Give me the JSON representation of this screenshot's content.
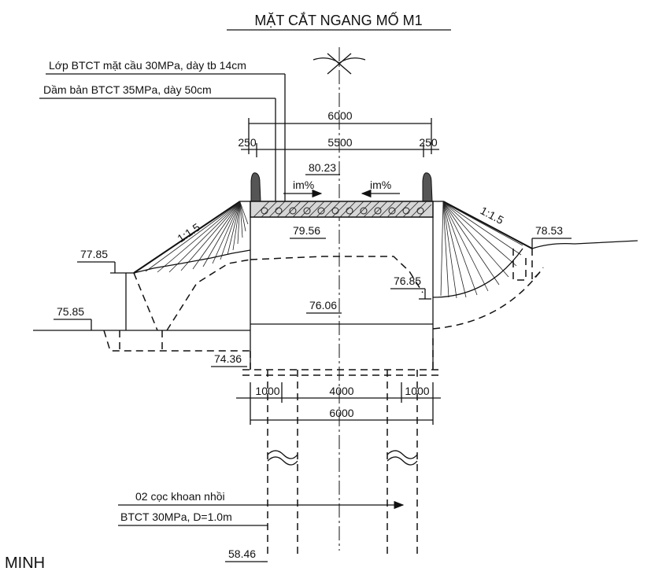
{
  "title": "MẶT CẮT NGANG MỐ M1",
  "notes": {
    "deck_layer": "Lớp BTCT mặt cầu 30MPa, dày tb 14cm",
    "slab_beam": "Dầm bản BTCT  35MPa, dày 50cm",
    "piles_line1": "02 cọc khoan nhồi",
    "piles_line2": "BTCT 30MPa, D=1.0m"
  },
  "dimensions": {
    "top_total": "6000",
    "top_left": "250",
    "top_mid": "5500",
    "top_right": "250",
    "bottom_left": "1000",
    "bottom_mid": "4000",
    "bottom_right": "1000",
    "bottom_total": "6000"
  },
  "elevations": {
    "deck_top": "80.23",
    "deck_bottom": "79.56",
    "left_berm": "77.85",
    "left_ground": "75.85",
    "right_ground": "78.53",
    "right_inner": "76.85",
    "cap_bottom": "76.06",
    "footing_bottom": "74.36",
    "pile_tip": "58.46"
  },
  "slopes": {
    "left": "1:1.5",
    "right": "1:1.5"
  },
  "crossfall": {
    "left": "im%",
    "right": "im%"
  },
  "corner_text": "MINH"
}
